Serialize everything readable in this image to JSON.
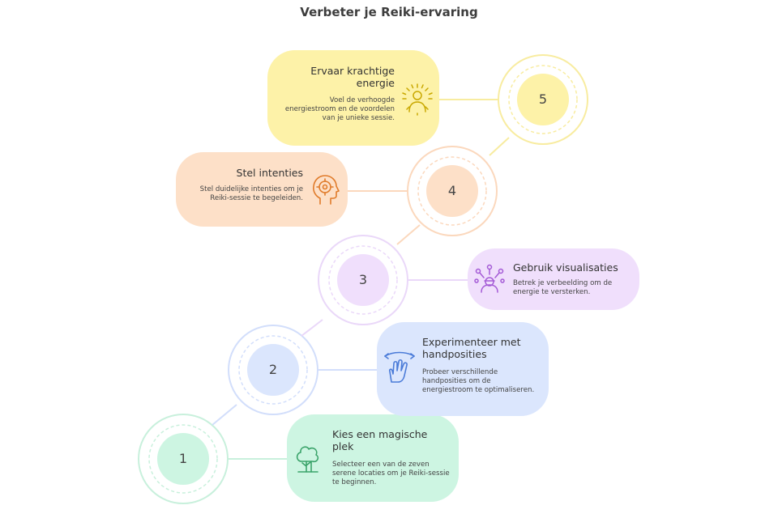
{
  "title": "Verbeter je Reiki-ervaring",
  "steps": [
    {
      "number": "1",
      "title": "Kies een magische plek",
      "description": "Selecteer een van de zeven serene locaties om je Reiki-sessie te beginnen.",
      "icon": "tree-icon",
      "color": "#cdf5e2",
      "ring_color": "#c8f0dc"
    },
    {
      "number": "2",
      "title": "Experimenteer met handposities",
      "description": "Probeer verschillende handposities om de energiestroom te optimaliseren.",
      "icon": "hand-wave-icon",
      "color": "#dbe6fd",
      "ring_color": "#d2defb"
    },
    {
      "number": "3",
      "title": "Gebruik visualisaties",
      "description": "Betrek je verbeelding om de energie te versterken.",
      "icon": "visualization-icon",
      "color": "#f0dffc",
      "ring_color": "#ead8f9"
    },
    {
      "number": "4",
      "title": "Stel intenties",
      "description": "Stel duidelijke intenties om je Reiki-sessie te begeleiden.",
      "icon": "head-target-icon",
      "color": "#fde0c8",
      "ring_color": "#fbd8bd"
    },
    {
      "number": "5",
      "title": "Ervaar krachtige energie",
      "description": "Voel de verhoogde energiestroom en de voordelen van je unieke sessie.",
      "icon": "radiant-person-icon",
      "color": "#fdf2a8",
      "ring_color": "#f8eca0"
    }
  ]
}
